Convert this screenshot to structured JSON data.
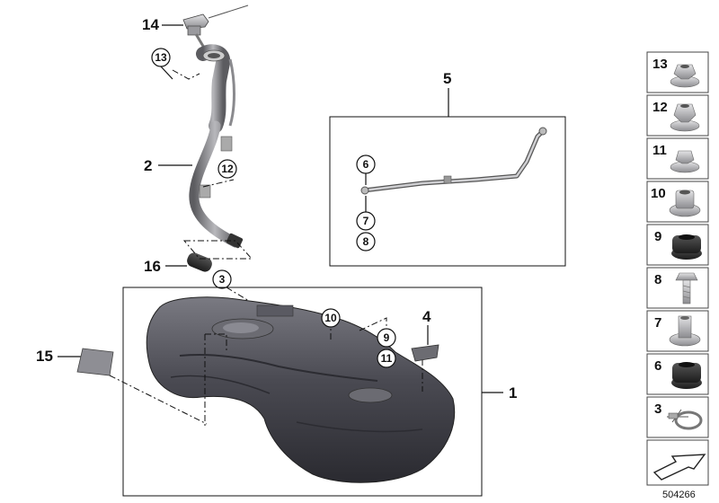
{
  "callouts": {
    "c1": "1",
    "c2": "2",
    "c3": "3",
    "c4": "4",
    "c5": "5",
    "c6": "6",
    "c7": "7",
    "c8": "8",
    "c9": "9",
    "c10": "10",
    "c11": "11",
    "c12": "12",
    "c13": "13",
    "c14": "14",
    "c15": "15",
    "c16": "16"
  },
  "sidebar": {
    "items": [
      "13",
      "12",
      "11",
      "10",
      "9",
      "8",
      "7",
      "6",
      "3"
    ]
  },
  "reference": "504266",
  "icons": {
    "fuel_tank": "fuel-tank-icon",
    "filler_pipe": "filler-pipe-icon",
    "tank_strap": "tank-strap-icon",
    "arrow": "nav-arrow-icon"
  }
}
